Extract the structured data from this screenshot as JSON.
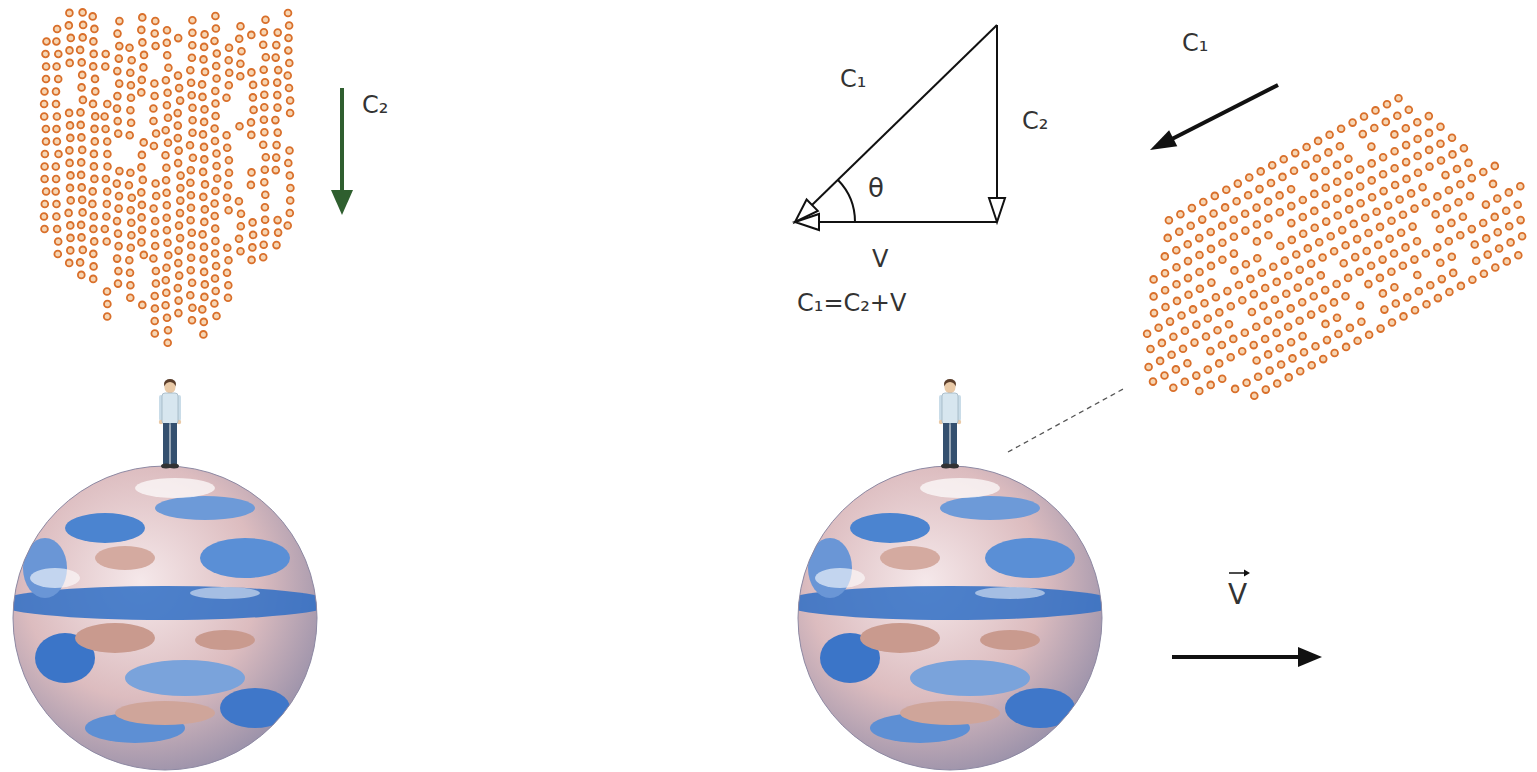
{
  "diagram": {
    "labels": [
      "C₂",
      "C₁",
      "C₂",
      "θ",
      "V",
      "C₁=C₂+V",
      "C₁",
      "V"
    ]
  }
}
